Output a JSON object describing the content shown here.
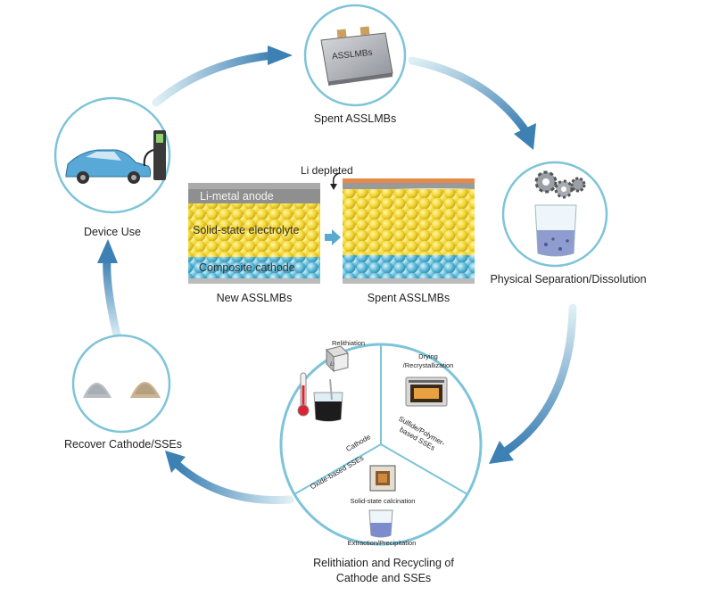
{
  "nodes": {
    "spent": "Spent ASSLMBs",
    "battery_text": "ASSLMBs",
    "separation": "Physical Separation/Dissolution",
    "relithiation_recycling": "Relithiation and Recycling of Cathode and SSEs",
    "recover": "Recover Cathode/SSEs",
    "device": "Device Use"
  },
  "center": {
    "li_depleted": "Li depleted",
    "anode": "Li-metal anode",
    "electrolyte": "Solid-state electrolyte",
    "cathode": "Composite cathode",
    "new_caption": "New ASSLMBs",
    "spent_caption": "Spent ASSLMBs"
  },
  "recycle_panel": {
    "relithiation": "Relithiation",
    "drying": "Drying /Recrystallization",
    "sulfide": "Sulfide/Polymer- based SSEs",
    "cathode": "Cathode",
    "oxide": "Oxide-based SSEs",
    "calcination": "Solid-state calcination",
    "extraction": "Extraction/Precipitation",
    "li_box": "Li"
  },
  "colors": {
    "arrow_light": "#d4ecf2",
    "arrow_dark": "#3f82b5",
    "circle_stroke": "#7ec4d8",
    "anode": "#8f8f8f",
    "electrolyte": "#f0d332",
    "cathode_particle": "#5cb8d6"
  }
}
